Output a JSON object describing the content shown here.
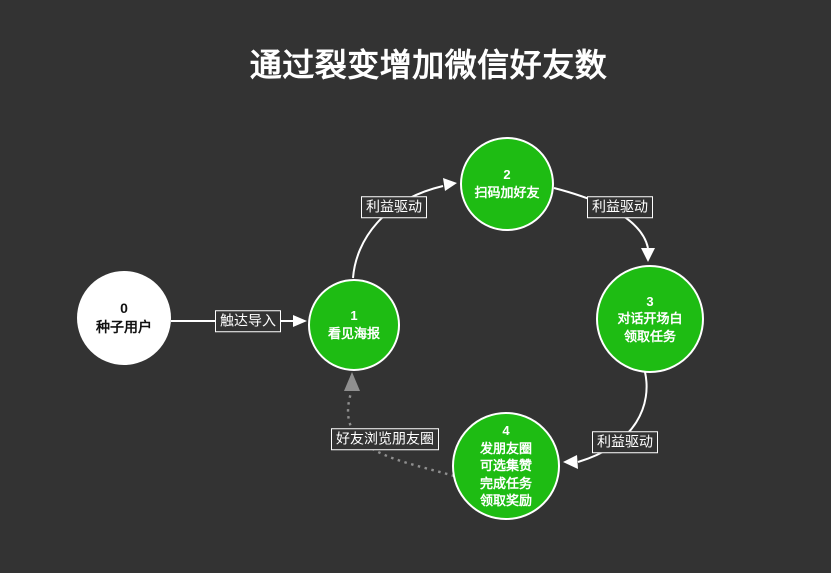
{
  "title": "通过裂变增加微信好友数",
  "colors": {
    "background": "#333333",
    "node_fill_green": "#1EBC13",
    "node_fill_white": "#FFFFFF",
    "node_border": "#FFFFFF",
    "node_text_light": "#FFFFFF",
    "node_text_dark": "#111111",
    "edge_solid": "#FFFFFF",
    "edge_dotted": "#8F8F8F",
    "label_text": "#FFFFFF",
    "label_border": "#FFFFFF"
  },
  "nodes": {
    "seed_user": {
      "lines": [
        "0",
        "种子用户"
      ]
    },
    "see_poster": {
      "lines": [
        "1",
        "看见海报"
      ]
    },
    "scan_add_friend": {
      "lines": [
        "2",
        "扫码加好友"
      ]
    },
    "dialog_opening": {
      "lines": [
        "3",
        "对话开场白",
        "领取任务"
      ]
    },
    "post_moments": {
      "lines": [
        "4",
        "发朋友圈",
        "可选集赞",
        "完成任务",
        "领取奖励"
      ]
    }
  },
  "edge_labels": {
    "touch_import": "触达导入",
    "benefit_1_2": "利益驱动",
    "benefit_2_3": "利益驱动",
    "benefit_3_4": "利益驱动",
    "friends_browse": "好友浏览朋友圈"
  }
}
